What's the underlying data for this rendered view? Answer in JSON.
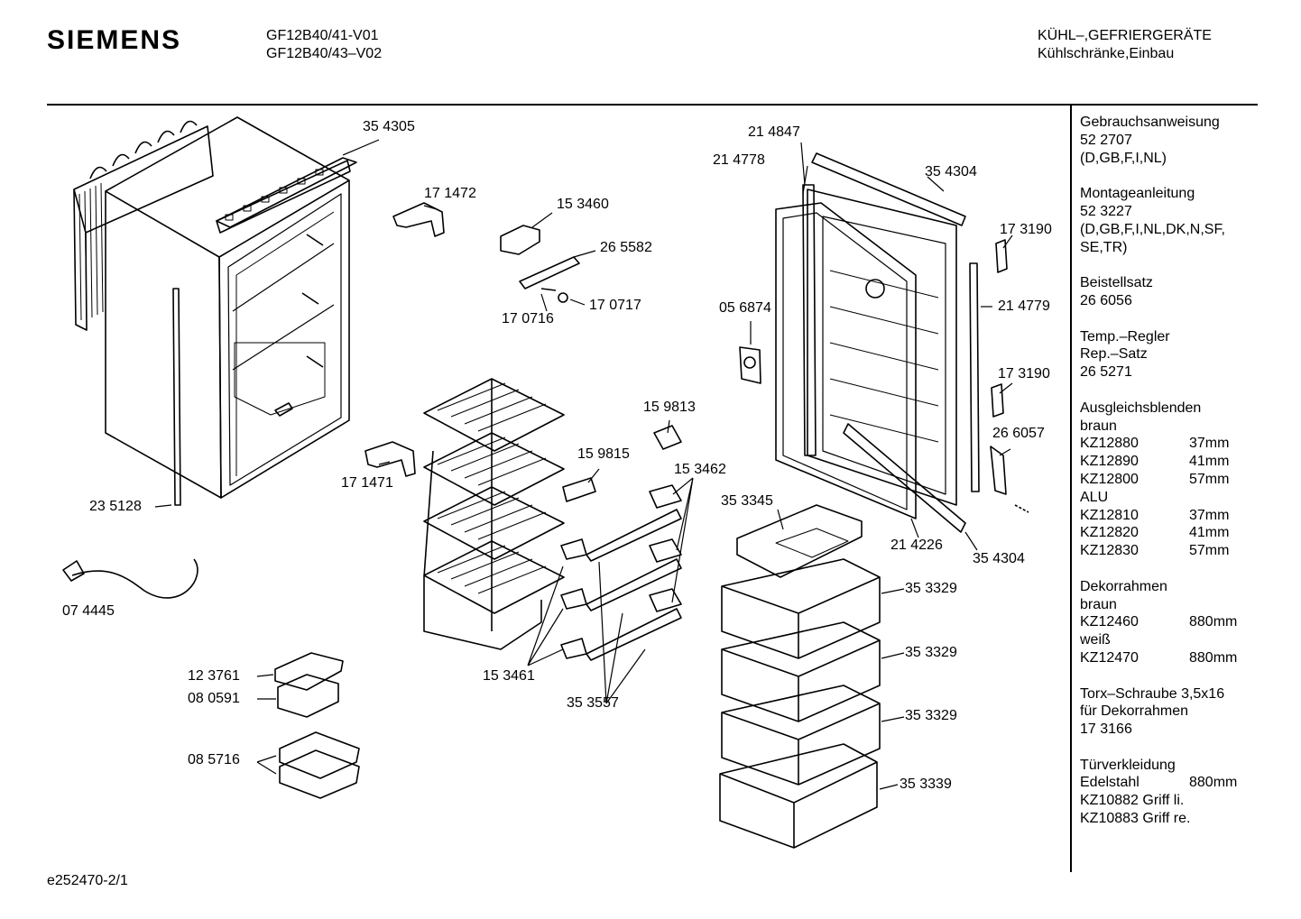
{
  "header": {
    "brand": "SIEMENS",
    "models": [
      "GF12B40/41-V01",
      "GF12B40/43–V02"
    ],
    "category": [
      "KÜHL–,GEFRIERGERÄTE",
      "Kühlschränke,Einbau"
    ]
  },
  "part_numbers": {
    "p354305_top": "35 4305",
    "p171472": "17 1472",
    "p153460": "15 3460",
    "p265582": "26 5582",
    "p170717": "17 0717",
    "p170716": "17 0716",
    "p214847": "21 4847",
    "p214778": "21 4778",
    "p354304_top": "35 4304",
    "p173190_a": "17 3190",
    "p056874": "05 6874",
    "p214779": "21 4779",
    "p173190_b": "17 3190",
    "p266057": "26 6057",
    "p159813": "15 9813",
    "p159815": "15 9815",
    "p153462": "15 3462",
    "p171471": "17 1471",
    "p235128": "23 5128",
    "p353345": "35 3345",
    "p214226": "21 4226",
    "p354304_bottom": "35 4304",
    "p353329_a": "35 3329",
    "p353329_b": "35 3329",
    "p353329_c": "35 3329",
    "p353339": "35 3339",
    "p074445": "07 4445",
    "p123761": "12 3761",
    "p080591": "08 0591",
    "p085716": "08 5716",
    "p153461": "15 3461",
    "p353557": "35 3557"
  },
  "sidebar": {
    "gebrauch_title": "Gebrauchsanweisung",
    "gebrauch_no": "52 2707",
    "gebrauch_lang": "(D,GB,F,I,NL)",
    "montage_title": "Montageanleitung",
    "montage_no": "52 3227",
    "montage_lang1": "(D,GB,F,I,NL,DK,N,SF,",
    "montage_lang2": "SE,TR)",
    "beistell_title": "Beistellsatz",
    "beistell_no": "26 6056",
    "temp_title": "Temp.–Regler",
    "temp_sub": "Rep.–Satz",
    "temp_no": "26 5271",
    "ausgleich_title": "Ausgleichsblenden",
    "braun_1": "braun",
    "ausgleich_braun": [
      {
        "code": "KZ12880",
        "size": "37mm"
      },
      {
        "code": "KZ12890",
        "size": "41mm"
      },
      {
        "code": "KZ12800",
        "size": "57mm"
      }
    ],
    "alu": "ALU",
    "ausgleich_alu": [
      {
        "code": "KZ12810",
        "size": "37mm"
      },
      {
        "code": "KZ12820",
        "size": "41mm"
      },
      {
        "code": "KZ12830",
        "size": "57mm"
      }
    ],
    "dekor_title": "Dekorrahmen",
    "braun_2": "braun",
    "dekor_braun": {
      "code": "KZ12460",
      "size": "880mm"
    },
    "weiss": "weiß",
    "dekor_weiss": {
      "code": "KZ12470",
      "size": "880mm"
    },
    "torx_1": "Torx–Schraube 3,5x16",
    "torx_2": "für Dekorrahmen",
    "torx_no": "17 3166",
    "tuer_title": "Türverkleidung",
    "tuer_edelstahl": {
      "code": "Edelstahl",
      "size": "880mm"
    },
    "tuer_griff_li": "KZ10882 Griff li.",
    "tuer_griff_re": "KZ10883 Griff re."
  },
  "footer": {
    "code": "e252470-2/1"
  }
}
